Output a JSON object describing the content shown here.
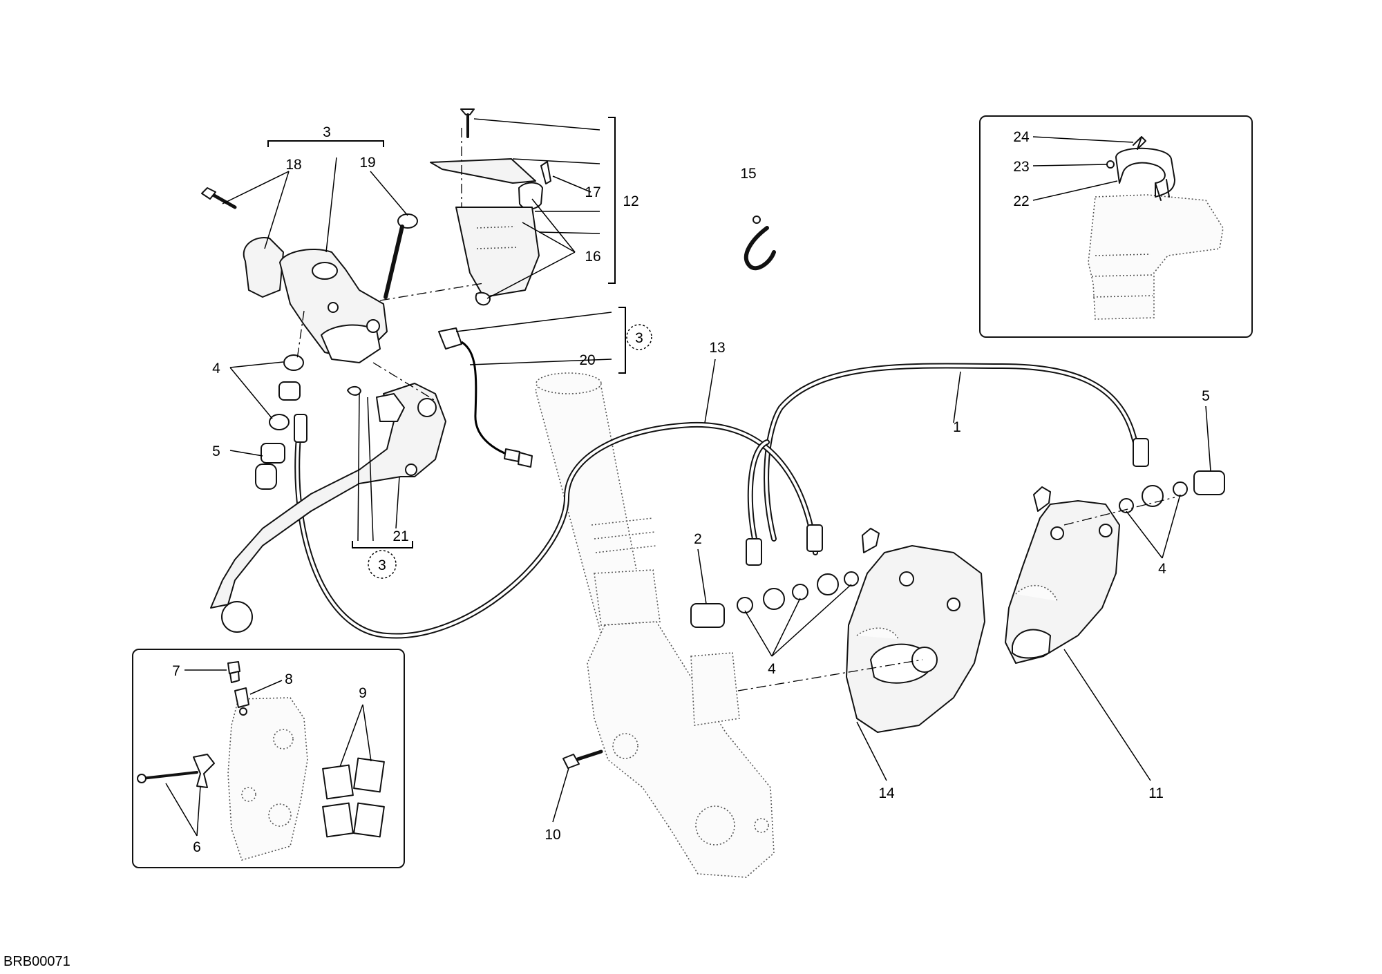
{
  "diagram_code": "BRB00071",
  "callouts": [
    "1",
    "2",
    "3",
    "4",
    "5",
    "6",
    "7",
    "8",
    "9",
    "10",
    "11",
    "12",
    "13",
    "14",
    "15",
    "16",
    "17",
    "18",
    "19",
    "20",
    "21",
    "22",
    "23",
    "24"
  ],
  "reference_marker": "3"
}
